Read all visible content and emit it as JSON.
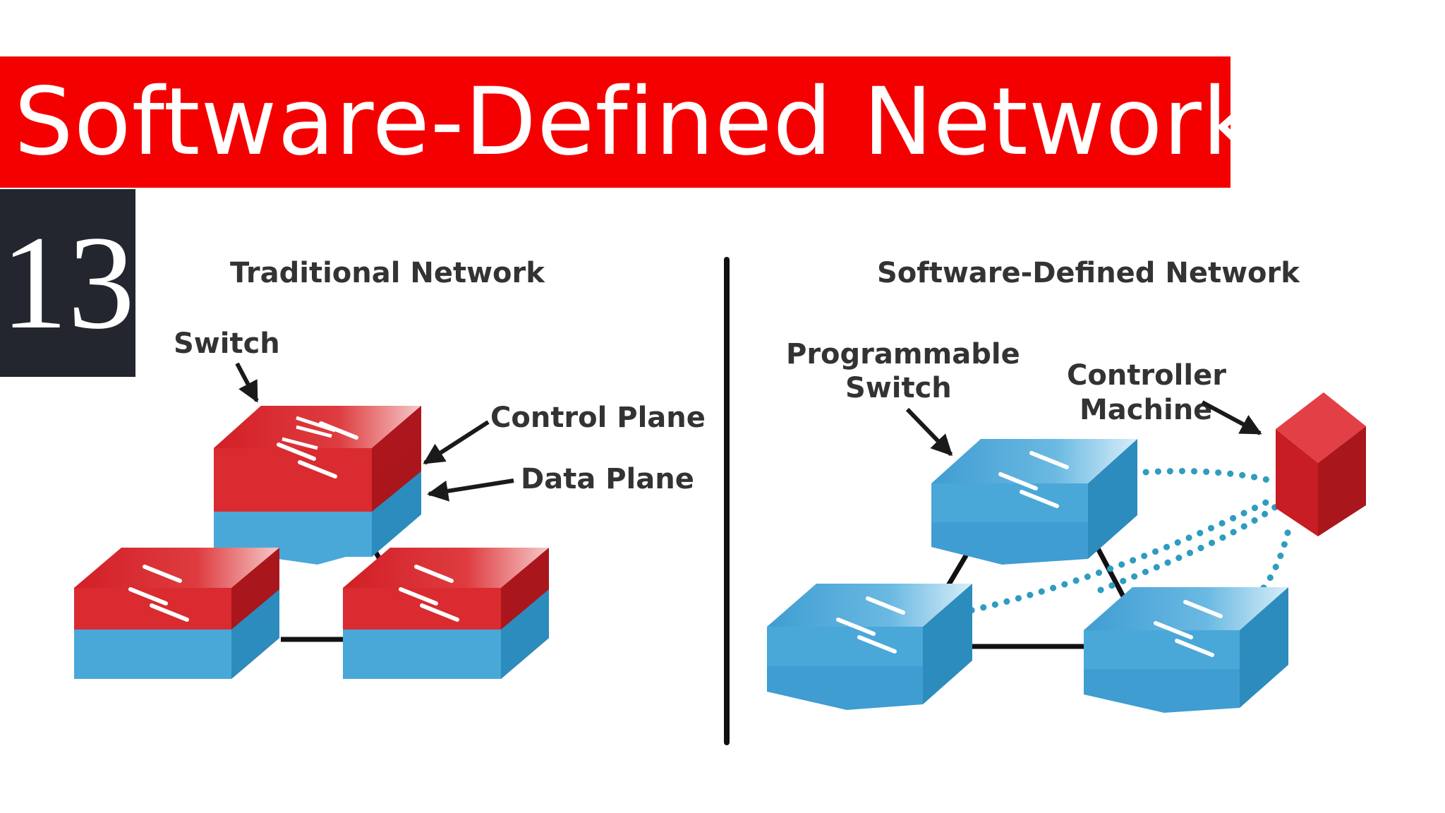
{
  "banner": {
    "title": "Software-Defined Network"
  },
  "episode_number": "13",
  "traditional": {
    "heading": "Traditional Network",
    "switch_label": "Switch",
    "control_plane_label": "Control Plane",
    "data_plane_label": "Data Plane"
  },
  "sdn": {
    "heading": "Software-Defined Network",
    "programmable_switch_line1": "Programmable",
    "programmable_switch_line2": "Switch",
    "controller_line1": "Controller",
    "controller_line2": "Machine"
  },
  "colors": {
    "banner_red": "#f40000",
    "number_box": "#23262e",
    "switch_red": "#d92b30",
    "switch_blue": "#4aa8d8",
    "dotted_link": "#2f9cc0"
  }
}
